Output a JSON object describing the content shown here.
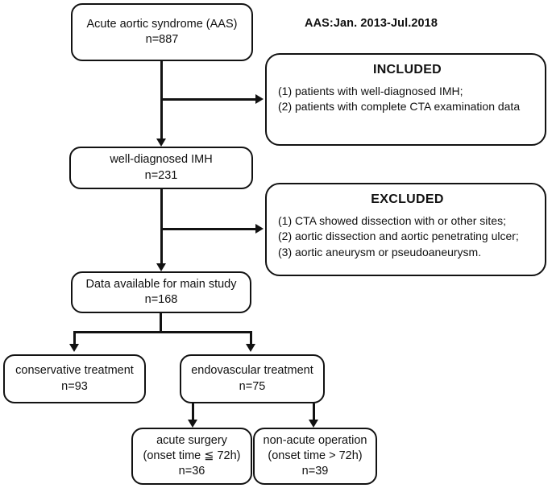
{
  "title": "AAS:Jan. 2013-Jul.2018",
  "nodes": {
    "aas": {
      "line1": "Acute aortic syndrome (AAS)",
      "line2": "n=887"
    },
    "imh": {
      "line1": "well-diagnosed IMH",
      "line2": "n=231"
    },
    "data_available": {
      "line1": "Data available for main study",
      "line2": "n=168"
    },
    "conservative": {
      "line1": "conservative treatment",
      "line2": "n=93"
    },
    "endovascular": {
      "line1": "endovascular treatment",
      "line2": "n=75"
    },
    "acute_surgery": {
      "line1": "acute surgery",
      "line2": "(onset time ≦ 72h)",
      "line3": "n=36"
    },
    "non_acute": {
      "line1": "non-acute operation",
      "line2": "(onset time > 72h)",
      "line3": "n=39"
    }
  },
  "included": {
    "heading": "INCLUDED",
    "items": [
      "(1)  patients with well-diagnosed IMH;",
      "(2)  patients with complete CTA examination data"
    ]
  },
  "excluded": {
    "heading": "EXCLUDED",
    "items": [
      "(1)  CTA showed dissection with or other sites;",
      "(2) aortic dissection and aortic penetrating ulcer;",
      "(3) aortic aneurysm or pseudoaneurysm."
    ]
  },
  "colors": {
    "stroke": "#121212",
    "background": "#ffffff",
    "text": "#111111"
  }
}
